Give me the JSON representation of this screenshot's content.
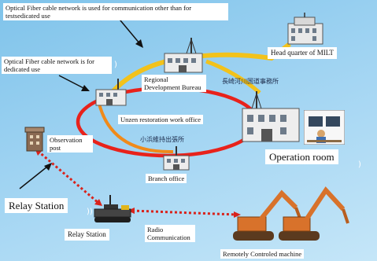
{
  "labels": {
    "optical_general": "Optical Fiber cable network is used for communication other than for testsedicated use",
    "optical_dedicated": "Optical Fiber cable network is for dedicated use",
    "hq": "Head quarter of MILT",
    "regional": "Regional Development Bureau",
    "nagasaki_jp": "長崎河川国道事務所",
    "unzen": "Unzen restoration work office",
    "obaman_jp": "小浜維持出張所",
    "observation": "Observation post",
    "operation_room": "Operation  room",
    "branch": "Branch office",
    "relay_big": "Relay Station",
    "relay_small": "Relay Station",
    "radio": "Radio Communication",
    "remote": "Remotely Controled machine"
  },
  "colors": {
    "background": "#8ccbef",
    "general_network": "#f2c21b",
    "dedicated_network": "#e8221b",
    "radio_link": "#d9221b"
  }
}
